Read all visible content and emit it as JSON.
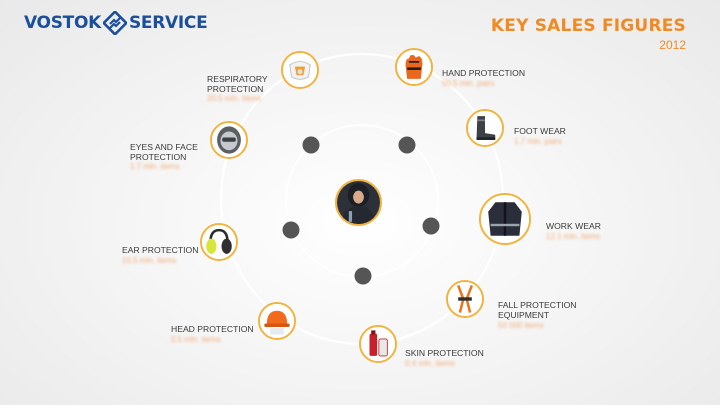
{
  "brand": {
    "name_left": "VOSTOK",
    "name_right": "SERVICE",
    "color": "#1b4f9c"
  },
  "header": {
    "title": "KEY SALES FIGURES",
    "year": "2012",
    "accent_color": "#f08a23"
  },
  "categories": [
    {
      "label": "RESPIRATORY\nPROTECTION",
      "value": "20.5 mln. items",
      "icon": "respirator-mask-icon"
    },
    {
      "label": "HAND PROTECTION",
      "value": "50.5 mln. pairs",
      "icon": "protective-glove-icon"
    },
    {
      "label": "EYES AND FACE\nPROTECTION",
      "value": "1.7 mln. items",
      "icon": "face-shield-icon"
    },
    {
      "label": "FOOT WEAR",
      "value": "1.7 mln. pairs",
      "icon": "work-boot-icon"
    },
    {
      "label": "WORK WEAR",
      "value": "12.1 mln. items",
      "icon": "work-jacket-icon"
    },
    {
      "label": "EAR PROTECTION",
      "value": "10.5 mln. items",
      "icon": "ear-muffs-icon"
    },
    {
      "label": "FALL PROTECTION\nEQUIPMENT",
      "value": "50 000 items",
      "icon": "safety-harness-icon"
    },
    {
      "label": "HEAD PROTECTION",
      "value": "0.5 mln. items",
      "icon": "hard-hat-icon"
    },
    {
      "label": "SKIN PROTECTION",
      "value": "0.4 mln. items",
      "icon": "skin-cream-icon"
    }
  ],
  "center": {
    "icon": "worker-winter-suit-icon"
  },
  "inner_nodes": 5
}
